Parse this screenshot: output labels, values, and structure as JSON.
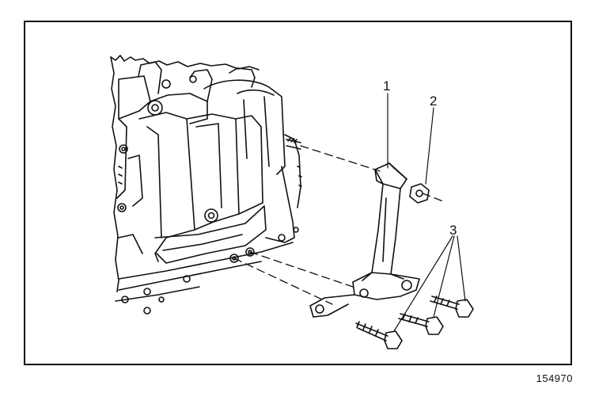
{
  "callouts": {
    "one": "1",
    "two": "2",
    "three": "3"
  },
  "figure_id": "154970",
  "colors": {
    "line": "#111111",
    "paper": "#ffffff"
  }
}
